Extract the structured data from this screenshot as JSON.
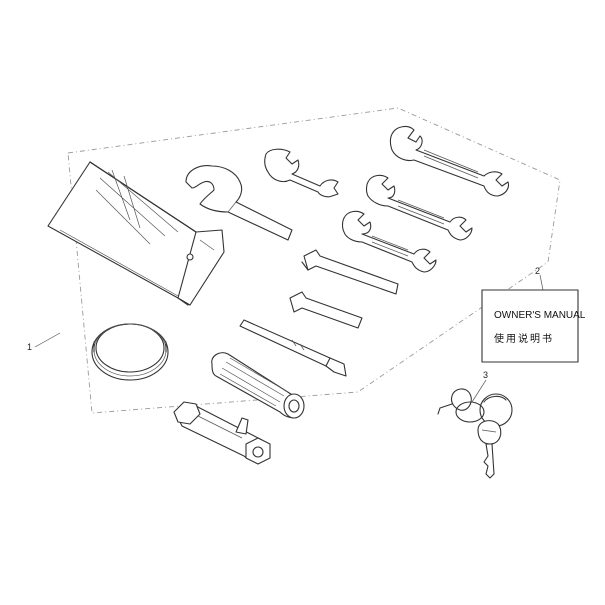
{
  "callouts": {
    "tool_kit": "1",
    "owners_manual": "2",
    "key_set": "3"
  },
  "manual": {
    "title_en": "OWNER'S MANUAL",
    "title_zh": "使用说明书"
  },
  "parts": [
    {
      "icon": "tool-bag-icon"
    },
    {
      "icon": "spanner-hook-wrench-icon"
    },
    {
      "icon": "open-end-wrench-icon"
    },
    {
      "icon": "double-open-wrench-icon"
    },
    {
      "icon": "allen-key-icon"
    },
    {
      "icon": "elastic-band-icon"
    },
    {
      "icon": "screwdriver-icon"
    },
    {
      "icon": "screwdriver-handle-icon"
    },
    {
      "icon": "spark-plug-socket-icon"
    },
    {
      "icon": "key-set-icon"
    }
  ]
}
